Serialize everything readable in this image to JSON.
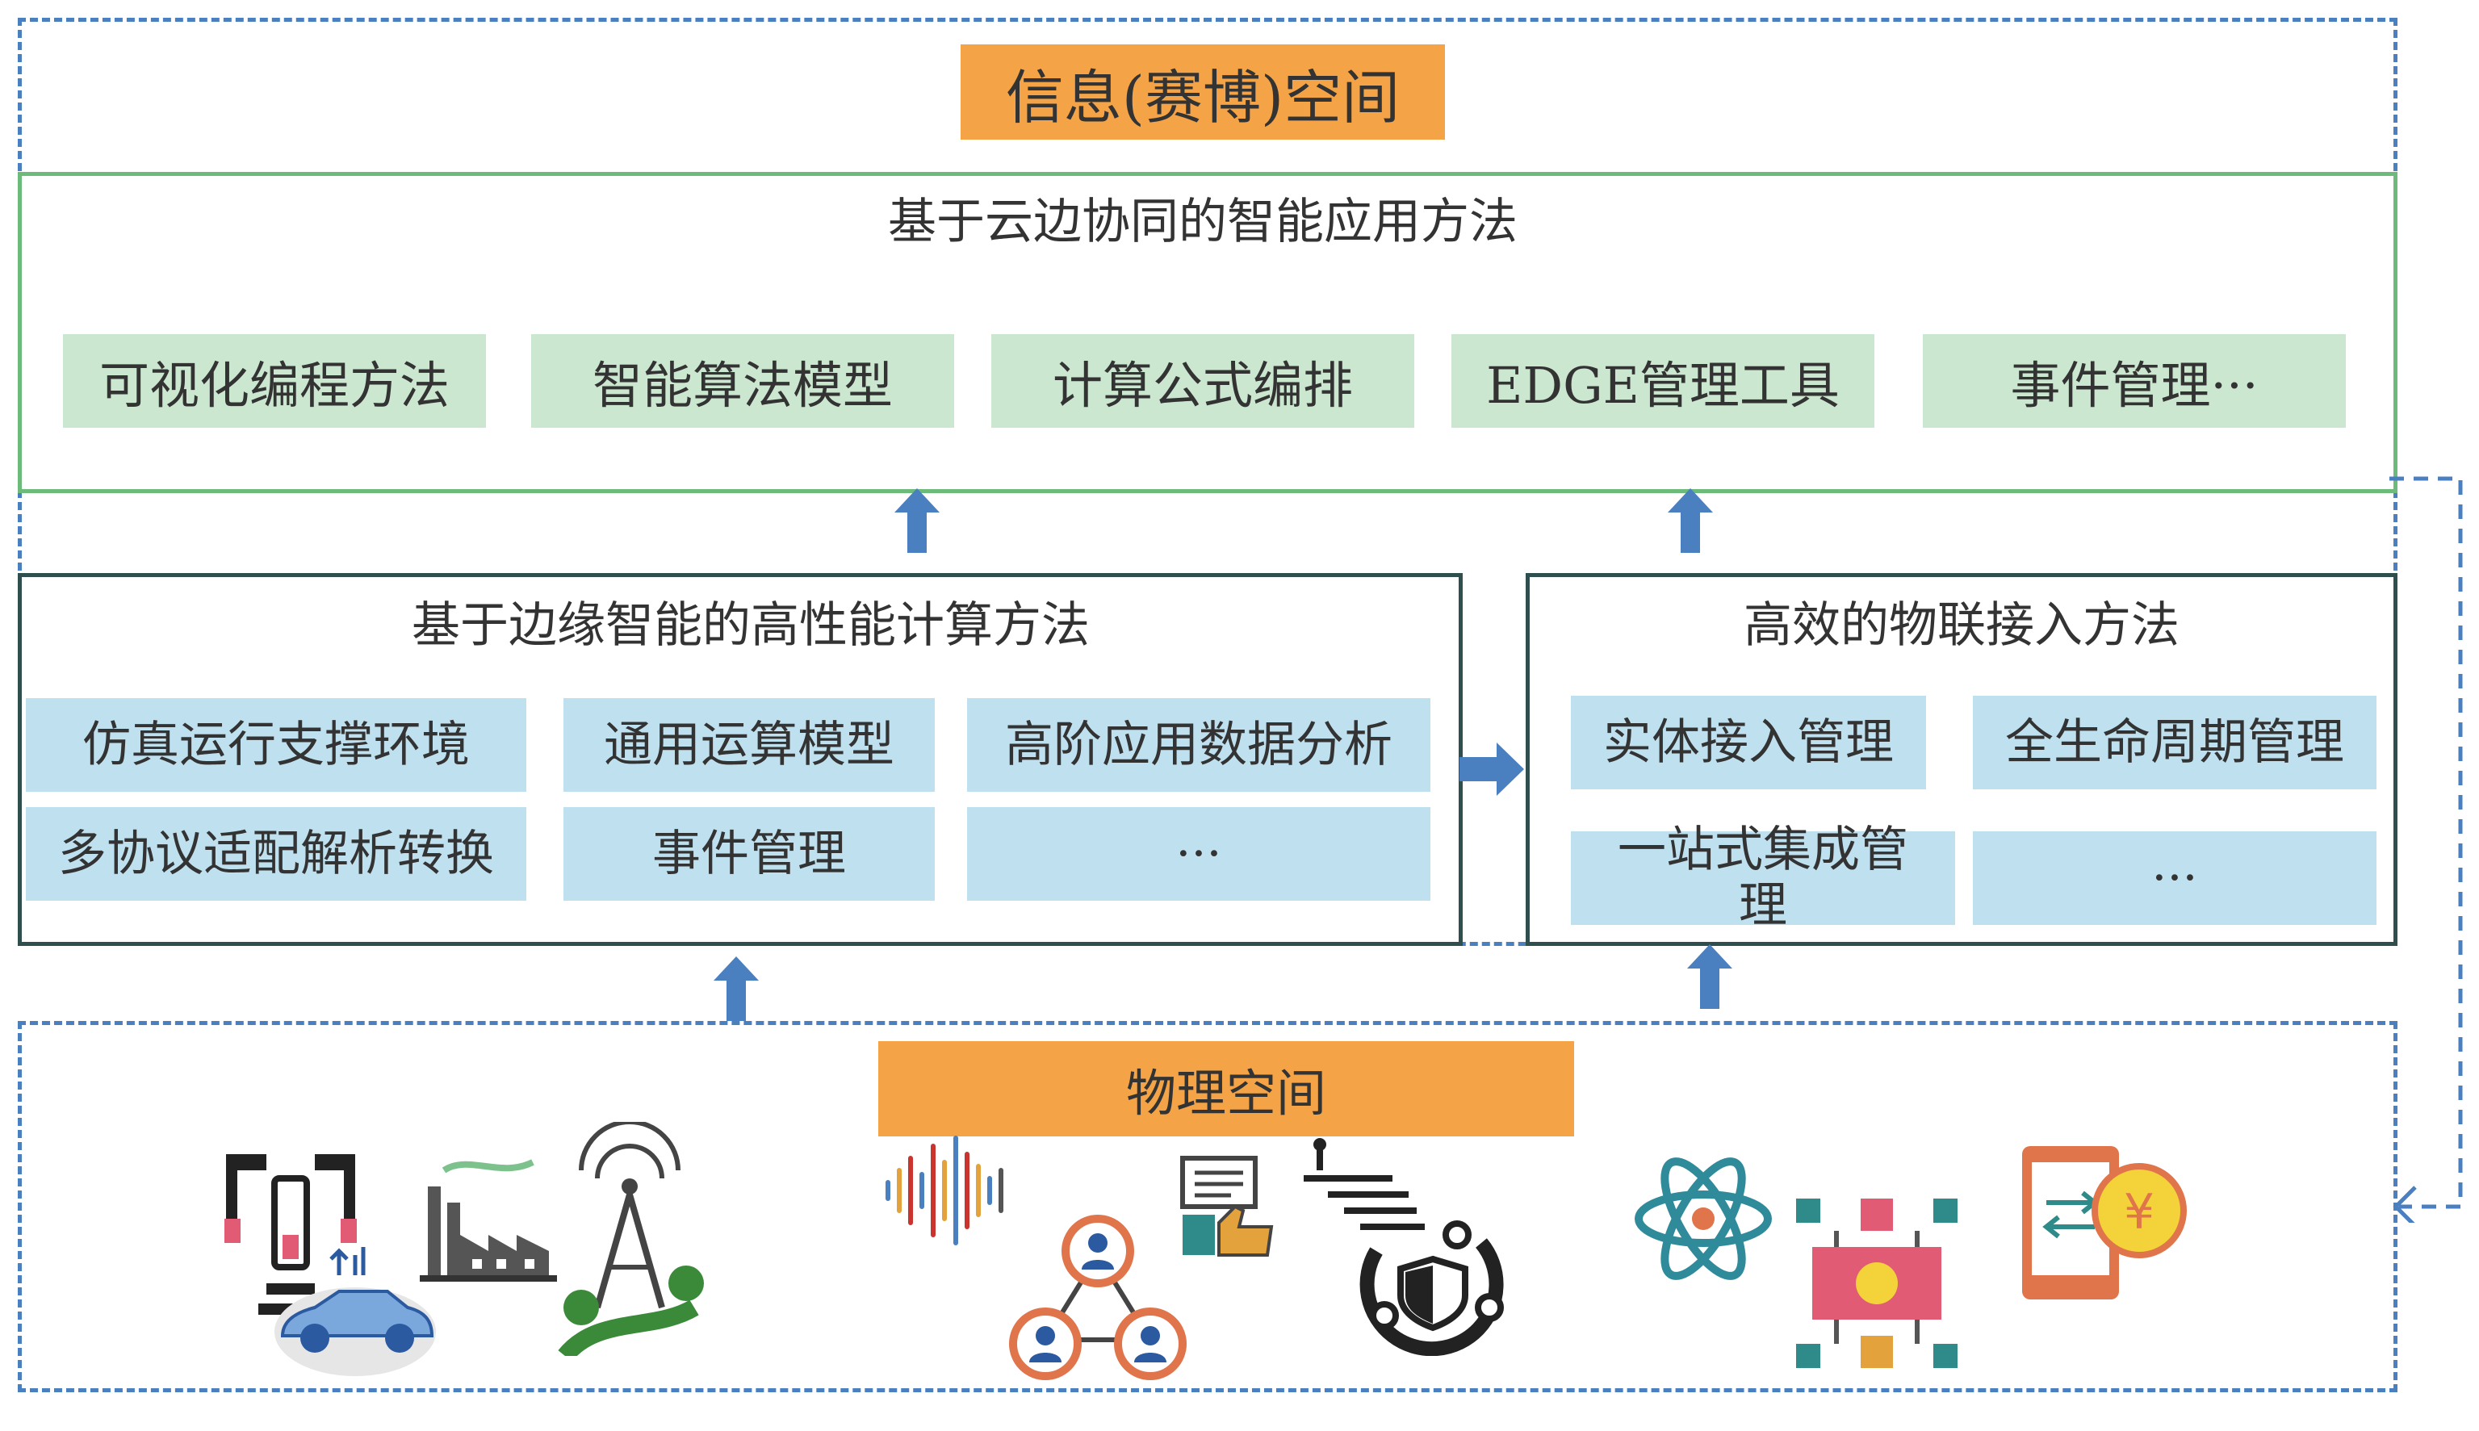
{
  "cyber_space": {
    "title": "信息(赛博)空间",
    "top_layer": {
      "heading": "基于云边协同的智能应用方法",
      "items": [
        "可视化编程方法",
        "智能算法模型",
        "计算公式编排",
        "EDGE管理工具",
        "事件管理···"
      ]
    },
    "edge_layer": {
      "heading": "基于边缘智能的高性能计算方法",
      "items": [
        "仿真运行支撑环境",
        "通用运算模型",
        "高阶应用数据分析",
        "多协议适配解析转换",
        "事件管理",
        "···"
      ]
    },
    "iot_layer": {
      "heading": "高效的物联接入方法",
      "items": [
        "实体接入管理",
        "全生命周期管理",
        "一站式集成管理",
        "···"
      ]
    }
  },
  "physical_space": {
    "title": "物理空间",
    "icons": [
      "robot-arm-icon",
      "factory-icon",
      "signal-tower-icon",
      "electric-car-icon",
      "soundwave-icon",
      "user-network-icon",
      "chat-icon",
      "security-network-icon",
      "atom-icon",
      "blockchain-chip-icon",
      "mobile-payment-icon"
    ]
  },
  "colors": {
    "dashed_blue": "#4a7fc0",
    "green_border": "#6dbb7b",
    "green_box": "#cbe7cf",
    "blue_box": "#bfe0ef",
    "orange": "#f4a446",
    "arrow": "#4a7fc0"
  }
}
